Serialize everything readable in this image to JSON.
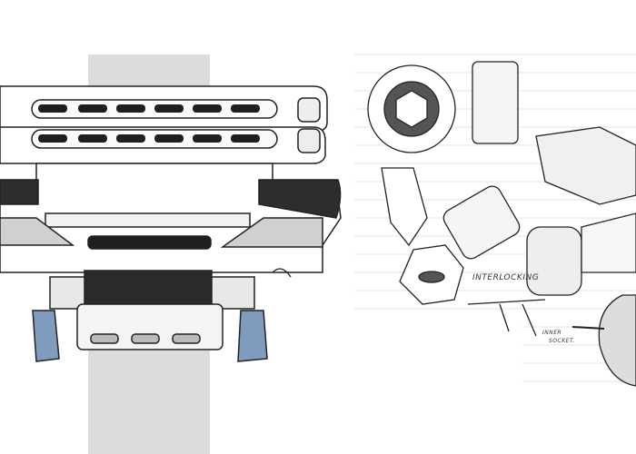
{
  "annotations": {
    "interlocking": "INTERLOCKING",
    "inner_socket_line1": "INNER",
    "inner_socket_line2": "SOCKET."
  },
  "colors": {
    "accent_blue": "#7f9cbf",
    "dark_fill": "#2a2a2a",
    "background_strip": "#d9d9d9"
  }
}
